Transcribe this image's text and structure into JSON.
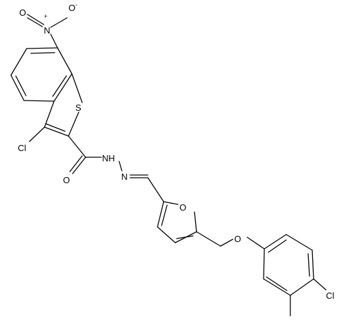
{
  "molecule": {
    "atoms": {
      "nitro_n": "N",
      "nitro_n_charge": "+",
      "nitro_o_top": "O",
      "nitro_o_charge": "-",
      "nitro_o_left": "O",
      "ring_s": "S",
      "cl_1": "Cl",
      "carbonyl_o": "O",
      "nh": "NH",
      "imine_n": "N",
      "furan_o": "O",
      "ether_o": "O",
      "cl_2": "Cl"
    }
  }
}
